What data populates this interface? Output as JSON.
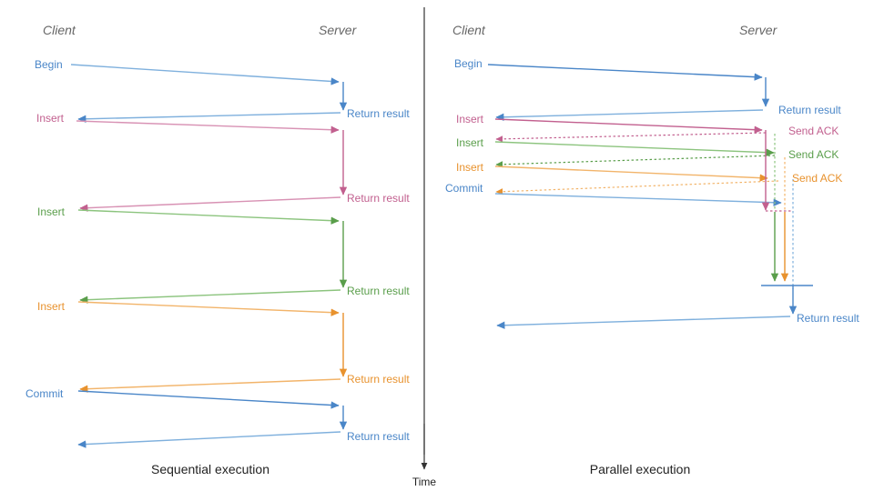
{
  "figure": {
    "title": "Sequential vs parallel transaction execution sequence diagram",
    "background": "#ffffff"
  },
  "colors": {
    "blue": "#4a86c8",
    "pink": "#c2608f",
    "green": "#5a9e4b",
    "orange": "#e8922e",
    "blue_light": "#7fb0dd",
    "pink_light": "#d892b4",
    "green_light": "#8cc47e",
    "orange_light": "#f2b46a",
    "header_gray": "#666666",
    "axis_black": "#333333",
    "caption_black": "#222222"
  },
  "panels": [
    {
      "id": "sequential",
      "caption": "Sequential execution",
      "lanes": {
        "client": "Client",
        "server": "Server"
      },
      "client_labels": [
        {
          "text": "Begin",
          "color": "blue"
        },
        {
          "text": "Insert",
          "color": "pink"
        },
        {
          "text": "Insert",
          "color": "green"
        },
        {
          "text": "Insert",
          "color": "orange"
        },
        {
          "text": "Commit",
          "color": "blue"
        }
      ],
      "server_labels": [
        {
          "text": "Return result",
          "color": "blue"
        },
        {
          "text": "Return result",
          "color": "pink"
        },
        {
          "text": "Return result",
          "color": "green"
        },
        {
          "text": "Return result",
          "color": "orange"
        },
        {
          "text": "Return result",
          "color": "blue"
        }
      ]
    },
    {
      "id": "parallel",
      "caption": "Parallel execution",
      "lanes": {
        "client": "Client",
        "server": "Server"
      },
      "client_labels": [
        {
          "text": "Begin",
          "color": "blue"
        },
        {
          "text": "Insert",
          "color": "pink"
        },
        {
          "text": "Insert",
          "color": "green"
        },
        {
          "text": "Insert",
          "color": "orange"
        },
        {
          "text": "Commit",
          "color": "blue"
        }
      ],
      "server_labels": [
        {
          "text": "Return result",
          "color": "blue"
        },
        {
          "text": "Send ACK",
          "color": "pink"
        },
        {
          "text": "Send ACK",
          "color": "green"
        },
        {
          "text": "Send ACK",
          "color": "orange"
        },
        {
          "text": "Return result",
          "color": "blue"
        }
      ]
    }
  ],
  "time_axis": {
    "label": "Time",
    "direction": "downward"
  }
}
